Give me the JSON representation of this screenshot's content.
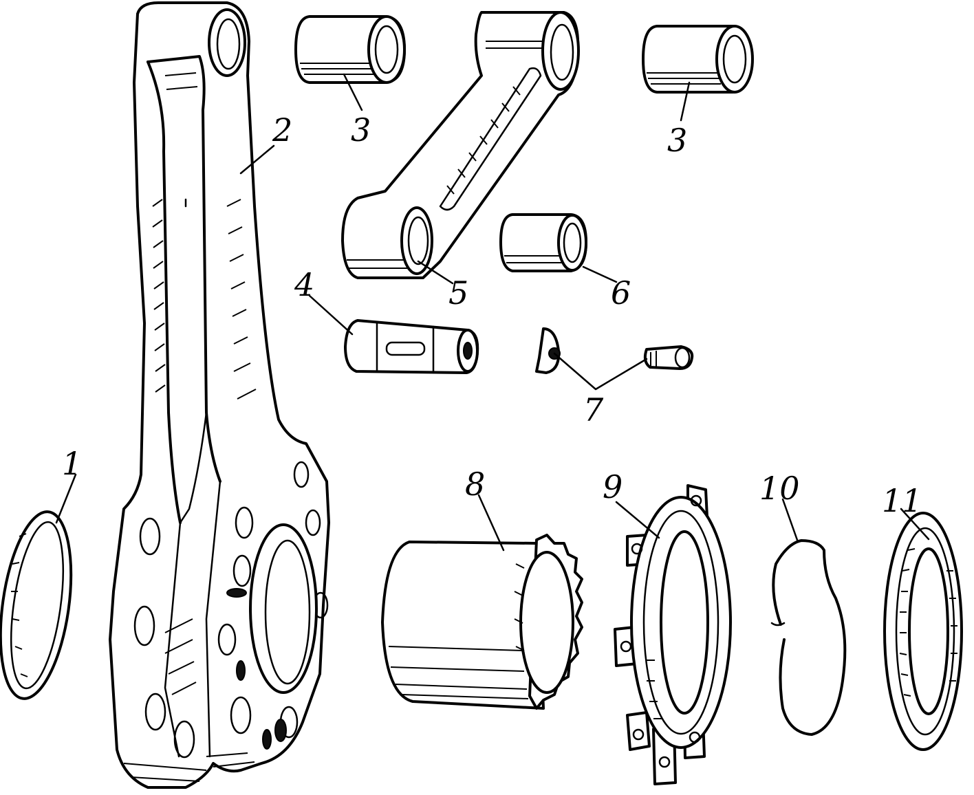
{
  "labels": {
    "l1": "1",
    "l2": "2",
    "l3a": "3",
    "l3b": "3",
    "l4": "4",
    "l5": "5",
    "l6": "6",
    "l7": "7",
    "l8": "8",
    "l9": "9",
    "l10": "10",
    "l11": "11"
  }
}
